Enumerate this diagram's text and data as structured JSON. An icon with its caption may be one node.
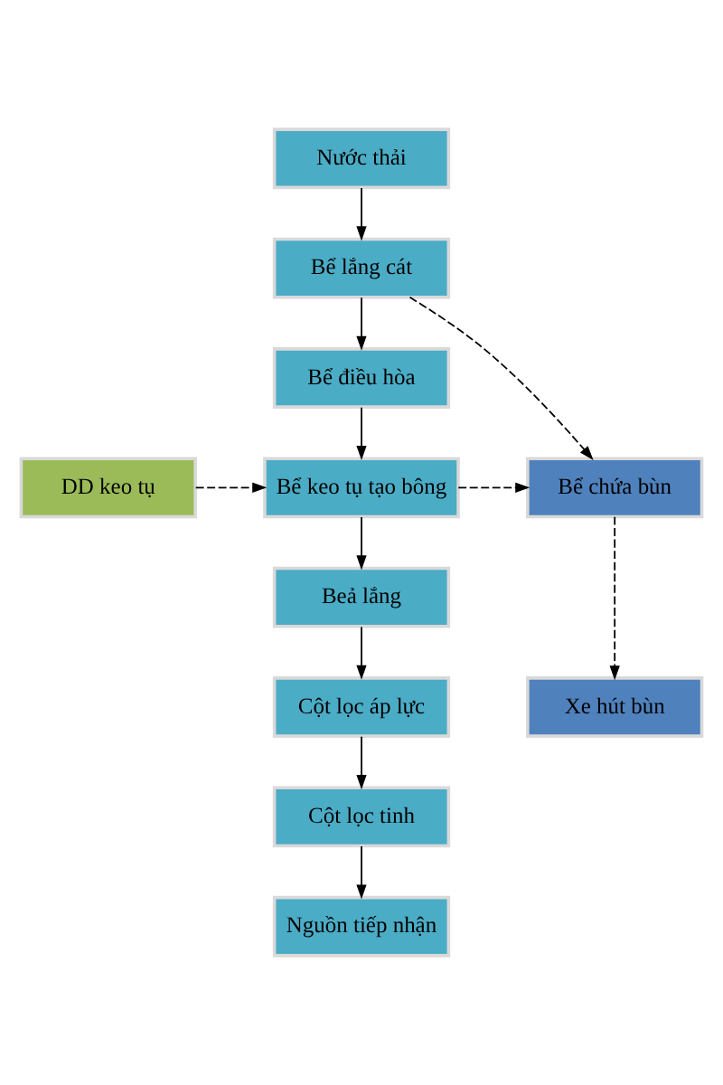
{
  "diagram": {
    "nodes": [
      {
        "text": [
          "Nước thải"
        ]
      },
      {
        "text": [
          "Bể lắng cát"
        ]
      },
      {
        "text": [
          "Bể điều hòa"
        ]
      },
      {
        "text": [
          "DD keo tụ"
        ]
      },
      {
        "text": [
          "Bể keo tụ tạo bông"
        ]
      },
      {
        "text": [
          "Bể chứa bùn"
        ]
      },
      {
        "text": [
          "Beả lắng"
        ]
      },
      {
        "text": [
          "Cột lọc áp lực"
        ]
      },
      {
        "text": [
          "Xe hút bùn"
        ]
      },
      {
        "text": [
          "Cột lọc tinh"
        ]
      },
      {
        "text": [
          "Nguồn tiếp nhận"
        ]
      }
    ],
    "edges": [
      {
        "from": 0,
        "to": 1,
        "arrow": "to"
      },
      {
        "from": 1,
        "to": 2,
        "arrow": "to"
      },
      {
        "from": 1,
        "to": 5,
        "arrow": "to",
        "style": "dashed"
      },
      {
        "from": 2,
        "to": 4,
        "arrow": "to"
      },
      {
        "from": 3,
        "to": 4,
        "arrow": "to",
        "style": "dashed"
      },
      {
        "from": 4,
        "to": 5,
        "arrow": "to",
        "style": "dashed"
      },
      {
        "from": 4,
        "to": 6,
        "arrow": "to"
      },
      {
        "from": 6,
        "to": 7,
        "arrow": "to"
      },
      {
        "from": 5,
        "to": 8,
        "arrow": "to",
        "style": "dashed"
      },
      {
        "from": 7,
        "to": 9,
        "arrow": "to"
      },
      {
        "from": 9,
        "to": 10,
        "arrow": "to"
      }
    ]
  }
}
